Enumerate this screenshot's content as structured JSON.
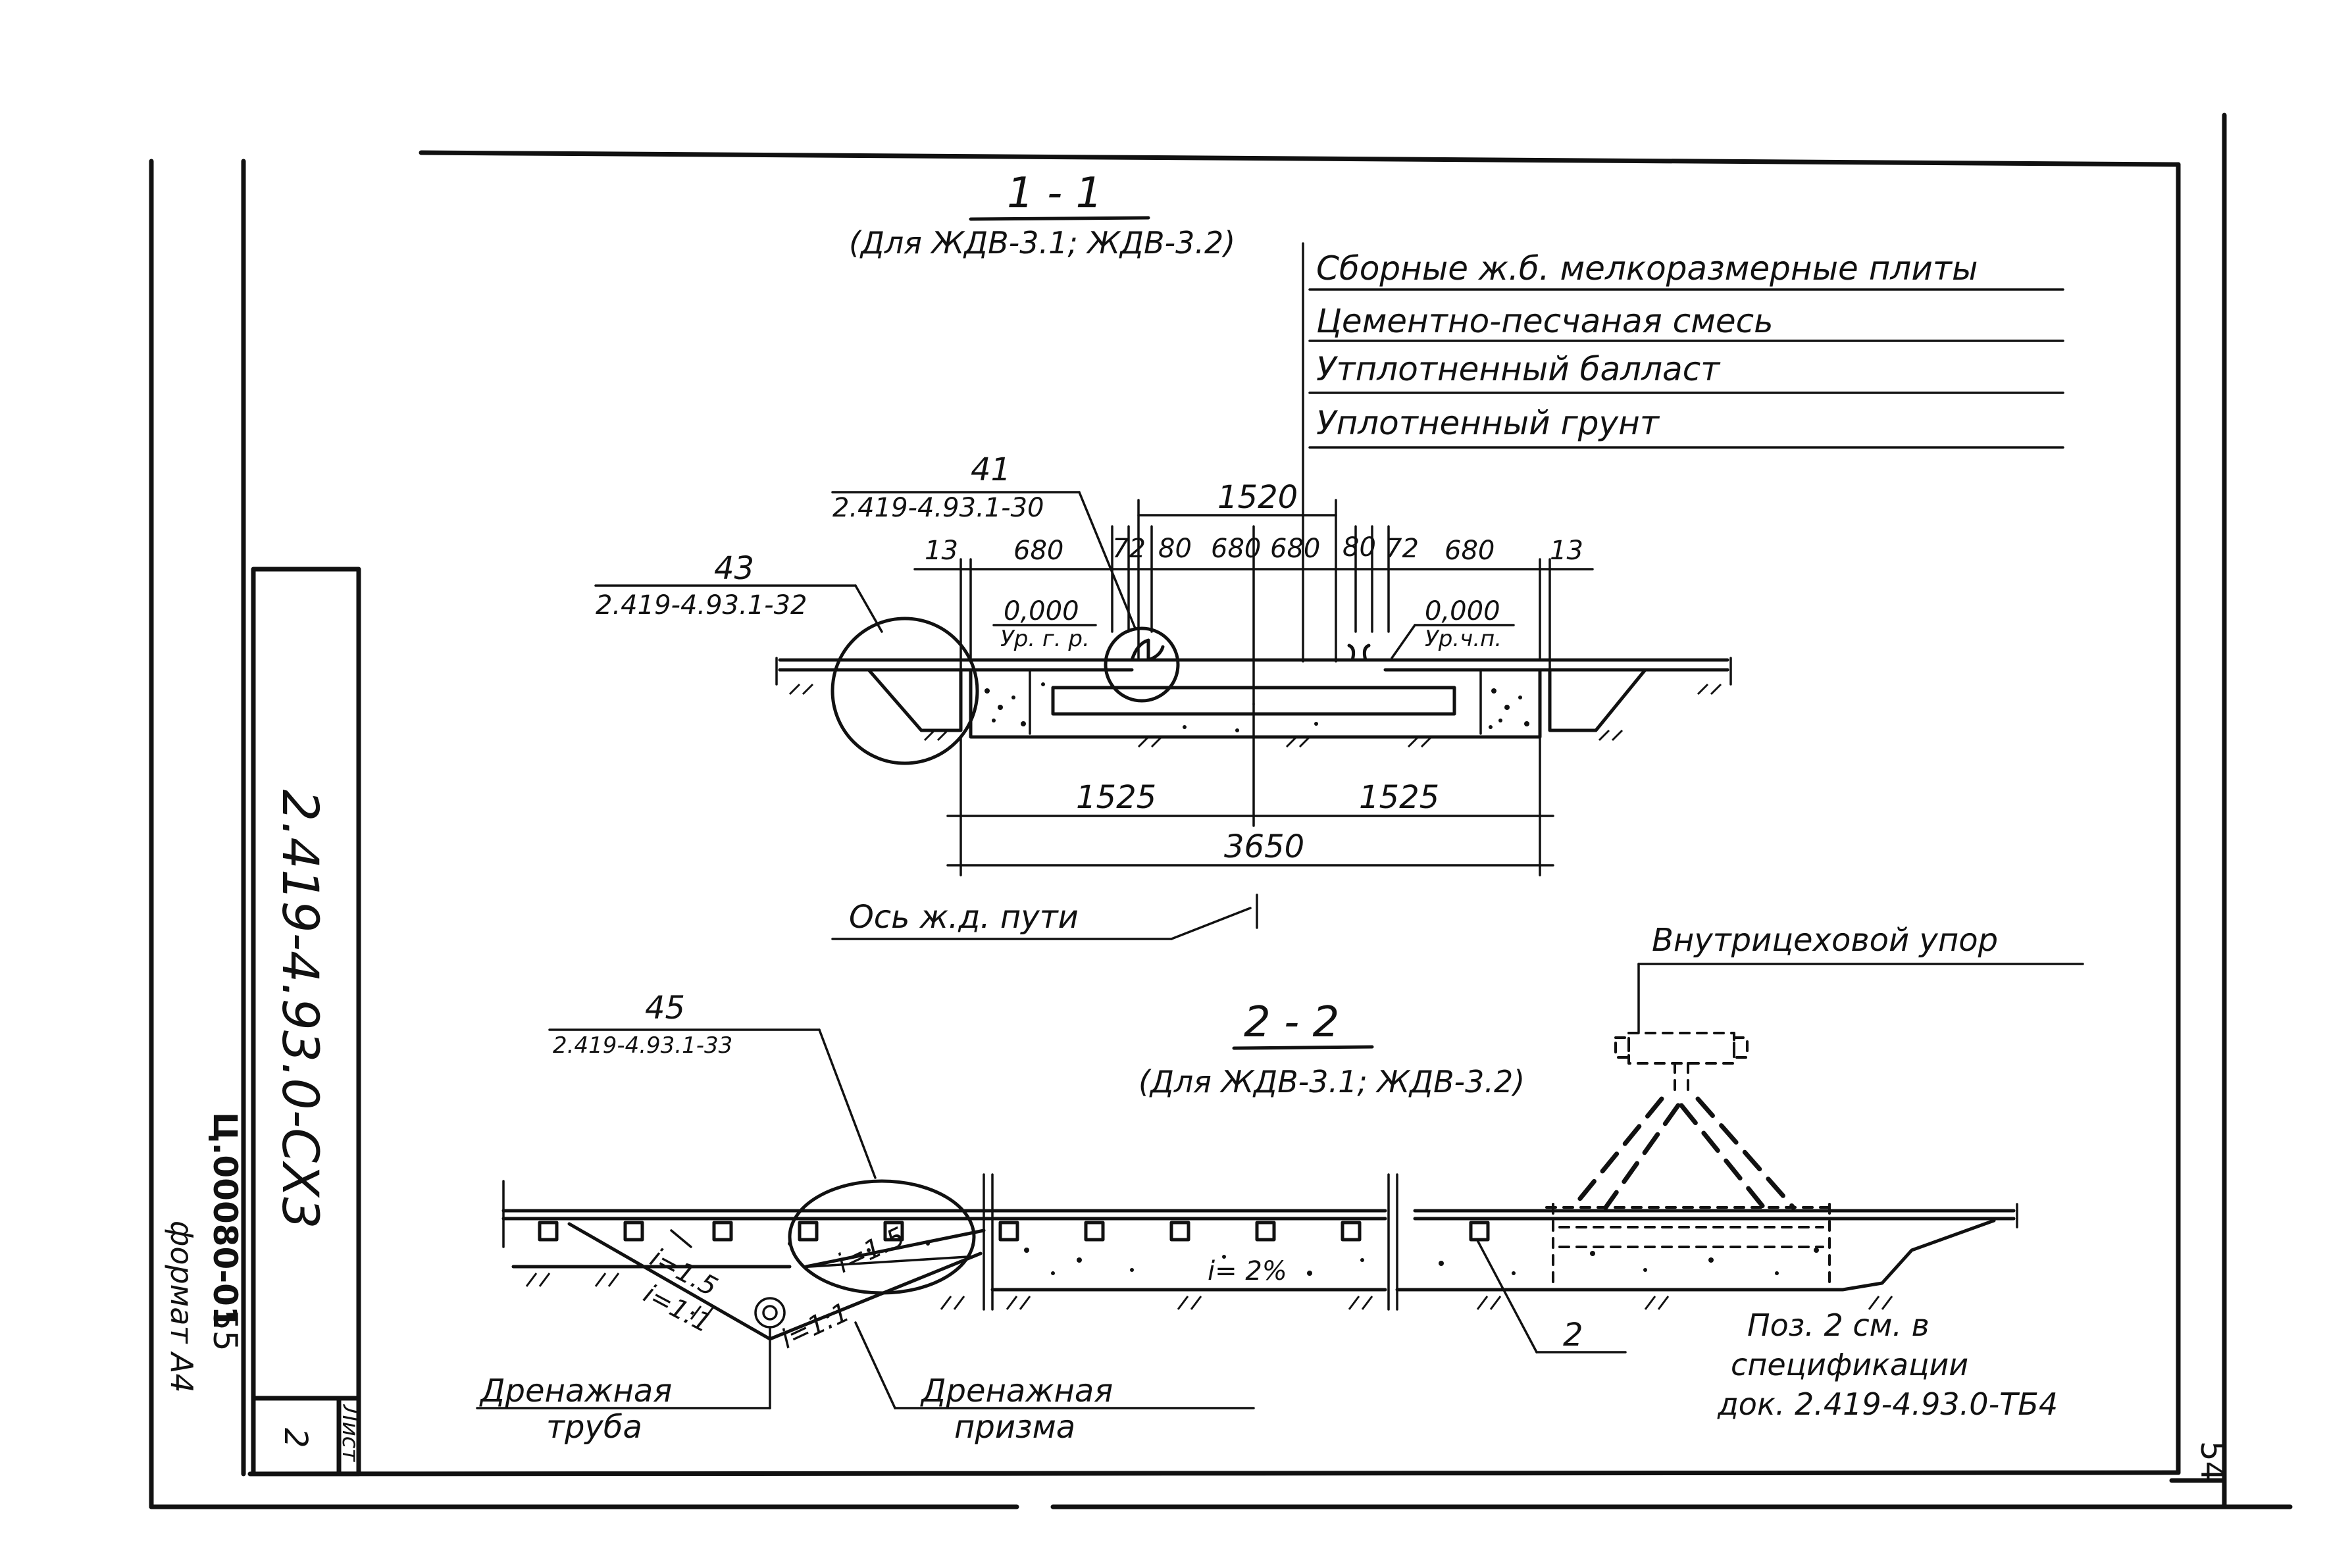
{
  "section_1": {
    "title": "1 - 1",
    "subtitle": "(Для ЖДВ-3.1; ЖДВ-3.2)",
    "layers": [
      "Сборные ж.б. мелкоразмерные плиты",
      "Цементно-песчаная смесь",
      "Утплотненный балласт",
      "Уплотненный грунт"
    ],
    "callout_41": {
      "num": "41",
      "ref": "2.419-4.93.1-30"
    },
    "callout_43": {
      "num": "43",
      "ref": "2.419-4.93.1-32"
    },
    "dim_top": "1520",
    "dims_row": [
      "13",
      "680",
      "72",
      "80",
      "680",
      "680",
      "80",
      "72",
      "680",
      "13"
    ],
    "level_left": {
      "value": "0,000",
      "label": "Ур. г. р."
    },
    "level_right": {
      "value": "0,000",
      "label": "Ур.ч.п."
    },
    "dim_half_left": "1525",
    "dim_half_right": "1525",
    "dim_total": "3650",
    "axis_label": "Ось ж.д. пути"
  },
  "section_2": {
    "title": "2 - 2",
    "subtitle": "(Для ЖДВ-3.1; ЖДВ-3.2)",
    "callout_45": {
      "num": "45",
      "ref": "2.419-4.93.1-33"
    },
    "stop_label": "Внутрицеховой упор",
    "slope_1": "i=1.5",
    "slope_2": "i=1:1",
    "slope_3": "i=1.5",
    "slope_4": "i=1:1",
    "slope_main": "i= 2%",
    "pos_number": "2",
    "note": [
      "Поз. 2 см. в",
      "спецификации",
      "док. 2.419-4.93.0-ТБ4"
    ],
    "drain_pipe": [
      "Дренажная",
      "труба"
    ],
    "drain_prism": [
      "Дренажная",
      "призма"
    ]
  },
  "title_block": {
    "doc_code": "2.419-4.93.0-СХ3",
    "sheet_label": "Лист",
    "sheet_number": "2"
  },
  "margin": {
    "archive_code": "Ц.00080-01",
    "copy_number": "55",
    "format": "формат А4",
    "page_number": "54"
  }
}
